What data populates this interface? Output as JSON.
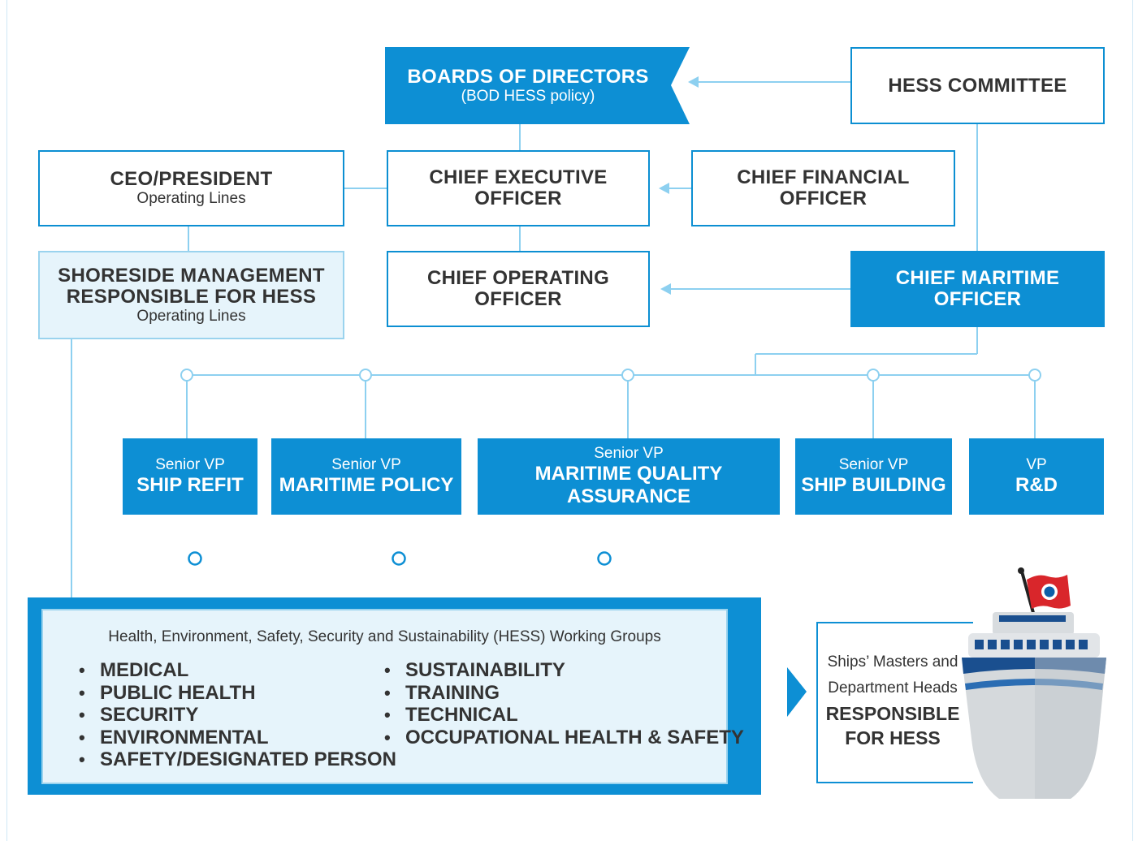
{
  "board": {
    "title": "BOARDS OF DIRECTORS",
    "subtitle": "(BOD HESS policy)"
  },
  "hess_committee": {
    "title": "HESS COMMITTEE"
  },
  "ceo_president": {
    "title": "CEO/PRESIDENT",
    "subtitle": "Operating Lines"
  },
  "chief_executive_officer": {
    "title": "CHIEF EXECUTIVE OFFICER"
  },
  "chief_financial_officer": {
    "title": "CHIEF FINANCIAL OFFICER"
  },
  "shoreside_management": {
    "title_line1": "SHORESIDE MANAGEMENT",
    "title_line2": "RESPONSIBLE FOR HESS",
    "subtitle": "Operating Lines"
  },
  "chief_operating_officer": {
    "title": "CHIEF OPERATING OFFICER"
  },
  "chief_maritime_officer": {
    "title": "CHIEF MARITIME OFFICER"
  },
  "vps": [
    {
      "role": "Senior VP",
      "name": "SHIP REFIT"
    },
    {
      "role": "Senior VP",
      "name": "MARITIME POLICY"
    },
    {
      "role": "Senior VP",
      "name": "MARITIME QUALITY ASSURANCE"
    },
    {
      "role": "Senior VP",
      "name": "SHIP BUILDING"
    },
    {
      "role": "VP",
      "name": "R&D"
    }
  ],
  "working_groups": {
    "title": "Health, Environment, Safety, Security and Sustainability (HESS) Working Groups",
    "left": [
      "MEDICAL",
      "PUBLIC HEALTH",
      "SECURITY",
      "ENVIRONMENTAL",
      "SAFETY/DESIGNATED PERSON"
    ],
    "right": [
      "SUSTAINABILITY",
      "TRAINING",
      "TECHNICAL",
      "OCCUPATIONAL HEALTH & SAFETY"
    ]
  },
  "ships": {
    "line1": "Ships’ Masters and",
    "line2": "Department Heads",
    "line3": "RESPONSIBLE",
    "line4": "FOR HESS"
  },
  "colors": {
    "primary_blue": "#0d8fd4",
    "connector_blue": "#8dd0f0",
    "pale_fill": "#e6f4fb",
    "flag_red": "#d9262b"
  }
}
